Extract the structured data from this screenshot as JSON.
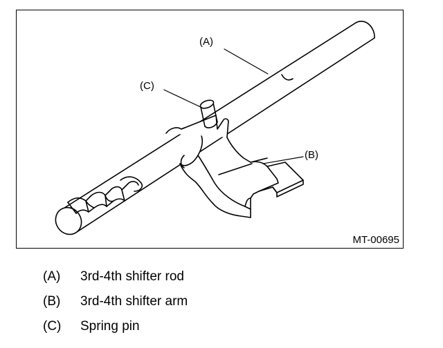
{
  "figure": {
    "code": "MT-00695",
    "callouts": {
      "a": "(A)",
      "b": "(B)",
      "c": "(C)"
    }
  },
  "legend": [
    {
      "key": "(A)",
      "text": "3rd-4th shifter rod"
    },
    {
      "key": "(B)",
      "text": "3rd-4th shifter arm"
    },
    {
      "key": "(C)",
      "text": "Spring pin"
    }
  ]
}
